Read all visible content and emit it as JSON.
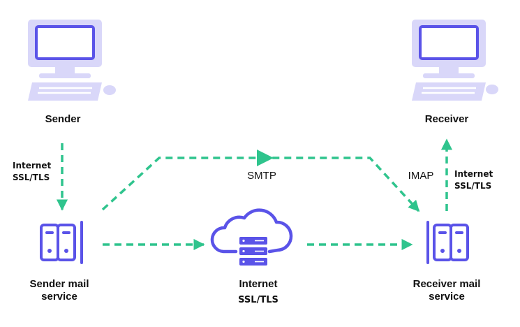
{
  "colors": {
    "primary": "#5a53e8",
    "light": "#d9d7f9",
    "arrow": "#2fc48d",
    "text": "#111111"
  },
  "nodes": {
    "sender": {
      "label": "Sender",
      "icon": "desktop-computer-icon"
    },
    "receiver": {
      "label": "Receiver",
      "icon": "desktop-computer-icon"
    },
    "sender_mail": {
      "label_line1": "Sender mail",
      "label_line2": "service",
      "icon": "server-icon"
    },
    "receiver_mail": {
      "label_line1": "Receiver mail",
      "label_line2": "service",
      "icon": "server-icon"
    },
    "internet": {
      "label_line1": "Internet",
      "label_line2": "SSL/TLS",
      "icon": "cloud-server-icon"
    }
  },
  "links": {
    "sender_up_line1": "Internet",
    "sender_up_line2": "SSL/TLS",
    "receiver_up_line1": "Internet",
    "receiver_up_line2": "SSL/TLS",
    "smtp": "SMTP",
    "imap": "IMAP"
  }
}
